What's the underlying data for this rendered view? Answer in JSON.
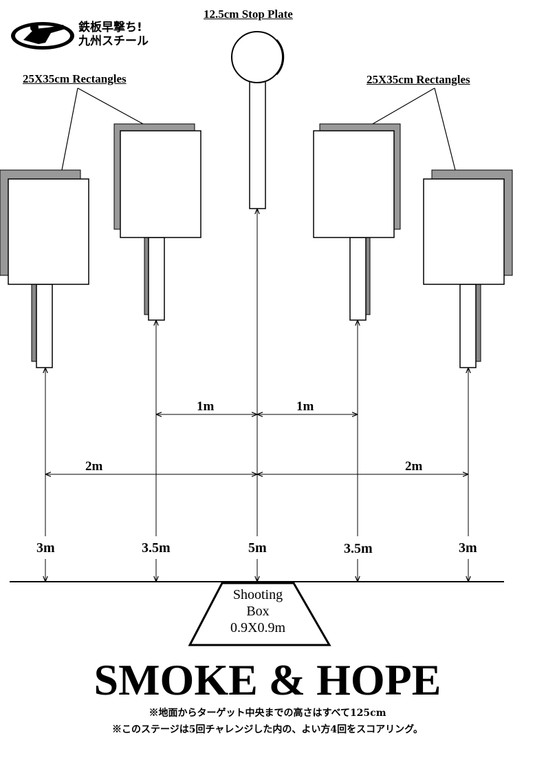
{
  "logo": {
    "line1": "鉄板早撃ち!",
    "line2": "九州スチール"
  },
  "labels": {
    "stop_plate": "12.5cm Stop Plate",
    "rect_left": "25X35cm Rectangles",
    "rect_right": "25X35cm Rectangles"
  },
  "spacing": {
    "left_1m": "1m",
    "right_1m": "1m",
    "left_2m": "2m",
    "right_2m": "2m"
  },
  "distances": [
    "3m",
    "3.5m",
    "5m",
    "3.5m",
    "3m"
  ],
  "shooting_box": {
    "line1": "Shooting",
    "line2": "Box",
    "line3": "0.9X0.9m"
  },
  "title": "SMOKE & HOPE",
  "notes": [
    "※地面からターゲット中央までの高さはすべて125cm",
    "※このステージは5回チャレンジした内の、よい方4回をスコアリング。"
  ]
}
